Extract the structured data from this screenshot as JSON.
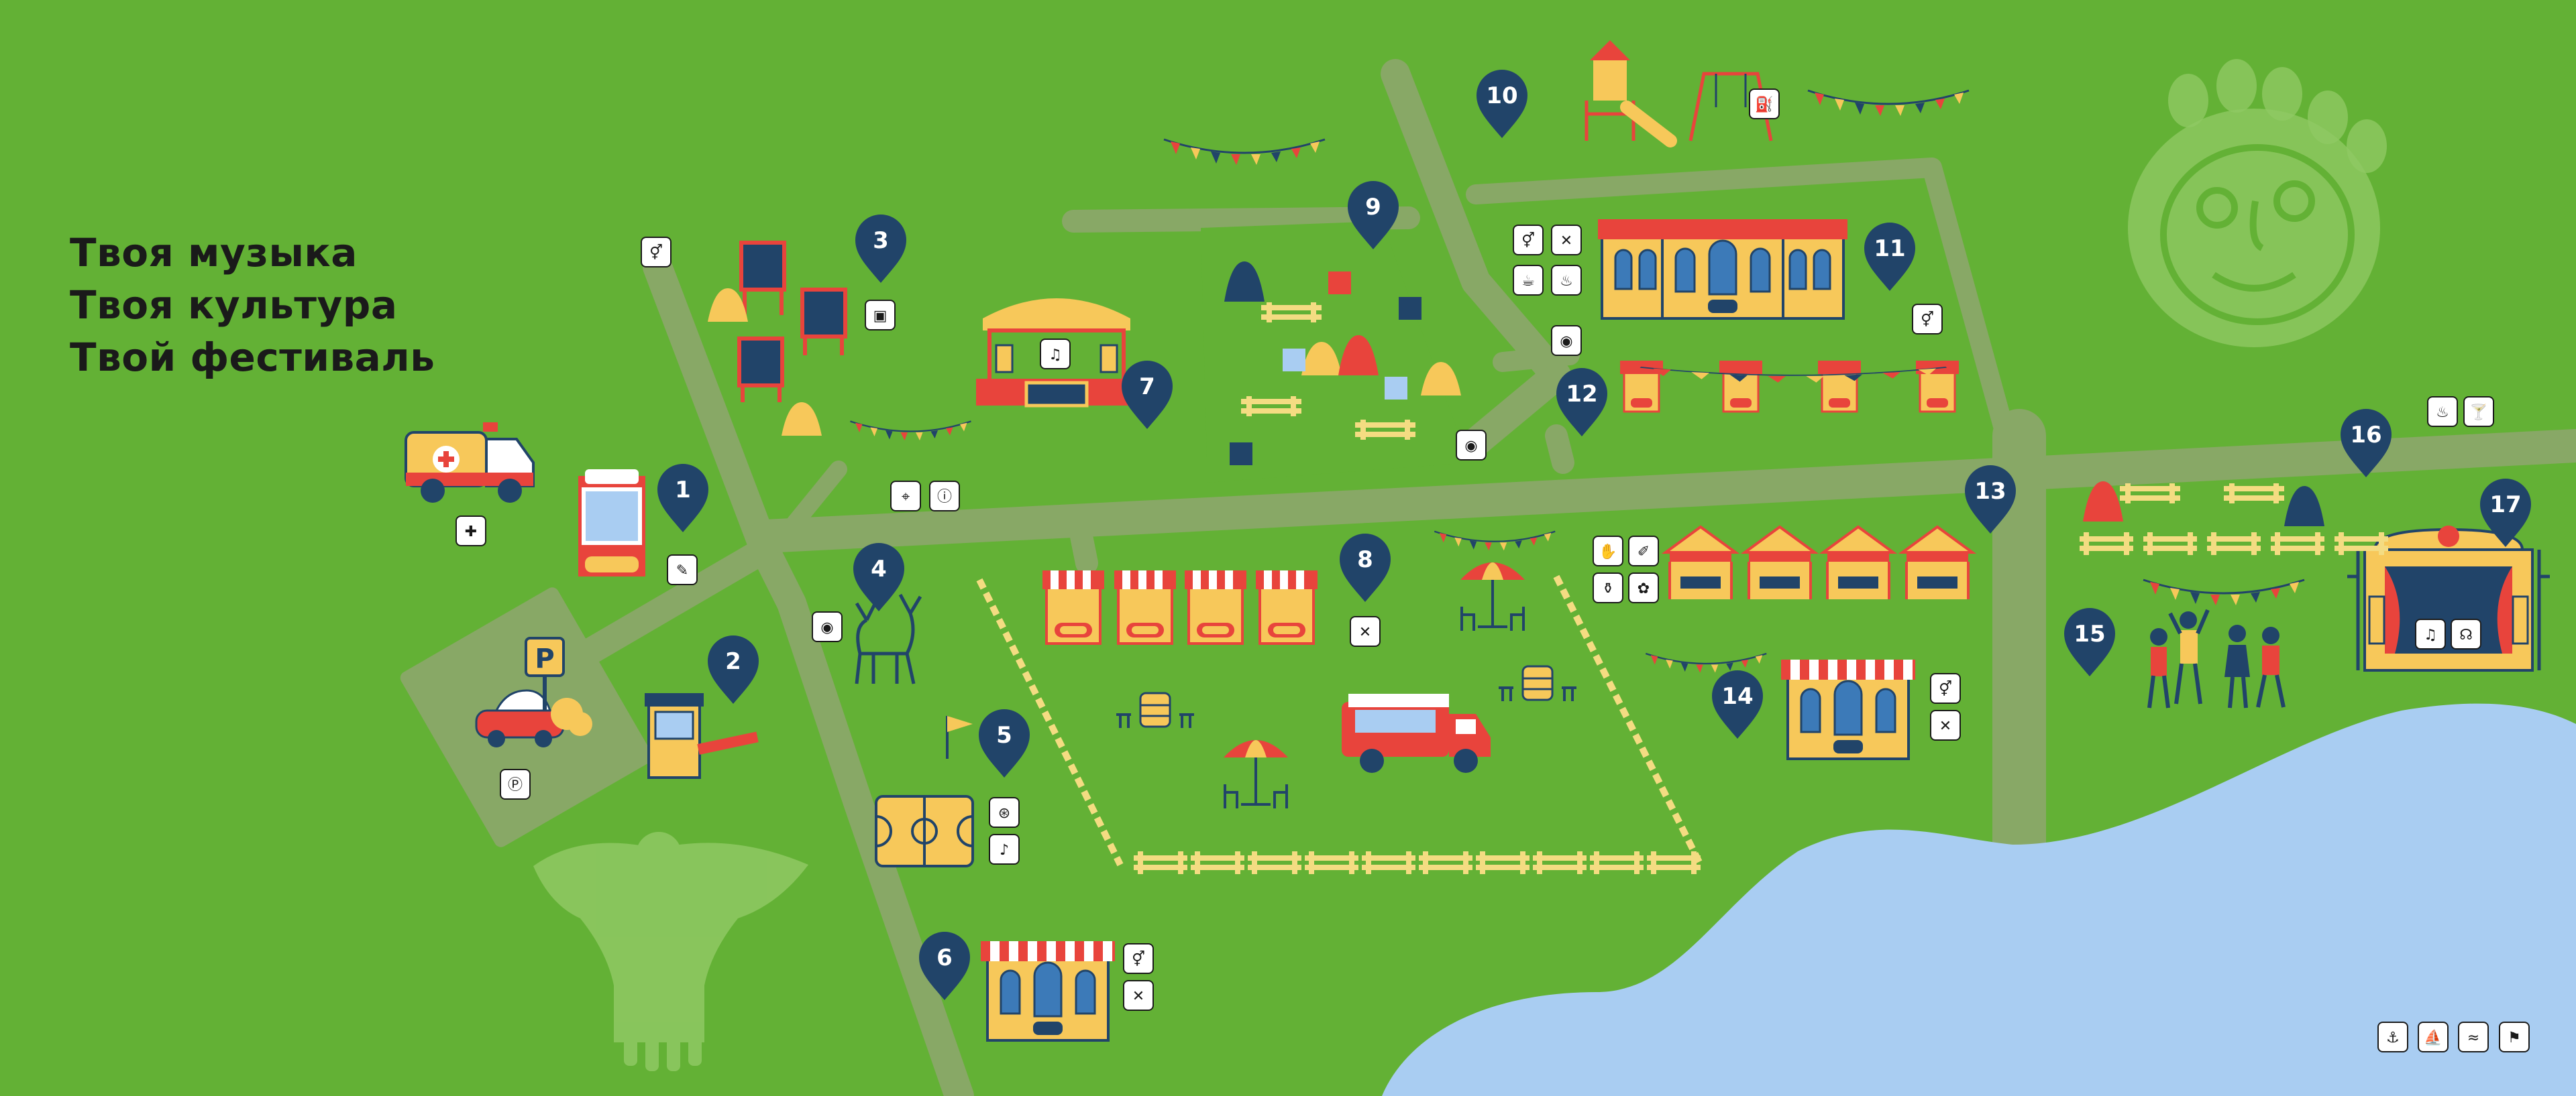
{
  "tagline": {
    "line1": "Твоя музыка",
    "line2": "Твоя культура",
    "line3": "Твой фестиваль"
  },
  "colors": {
    "grass": "#63b135",
    "path": "#88a866",
    "water": "#a9cdf2",
    "pin": "#214469",
    "stall_yellow": "#f7c85a",
    "stall_red": "#e8443c",
    "fence": "#f4dc82",
    "watermark": "#8fc963"
  },
  "pins": [
    {
      "id": "1",
      "label": "1"
    },
    {
      "id": "2",
      "label": "2"
    },
    {
      "id": "3",
      "label": "3"
    },
    {
      "id": "4",
      "label": "4"
    },
    {
      "id": "5",
      "label": "5"
    },
    {
      "id": "6",
      "label": "6"
    },
    {
      "id": "7",
      "label": "7"
    },
    {
      "id": "8",
      "label": "8"
    },
    {
      "id": "9",
      "label": "9"
    },
    {
      "id": "10",
      "label": "10"
    },
    {
      "id": "11",
      "label": "11"
    },
    {
      "id": "12",
      "label": "12"
    },
    {
      "id": "13",
      "label": "13"
    },
    {
      "id": "14",
      "label": "14"
    },
    {
      "id": "15",
      "label": "15"
    },
    {
      "id": "16",
      "label": "16"
    },
    {
      "id": "17",
      "label": "17"
    }
  ],
  "parking_sign": "P",
  "icons": {
    "restroom": "restroom-icon",
    "food": "cutlery-icon",
    "camera": "camera-icon",
    "gallery": "image-icon",
    "music": "music-icon",
    "ticket": "ticket-icon",
    "first_aid": "first-aid-icon",
    "parking": "parking-icon",
    "info": "info-icon",
    "location": "location-icon",
    "basketball": "basketball-icon",
    "tennis": "tennis-icon",
    "coffee": "coffee-icon",
    "drink": "cocktail-icon",
    "kayak": "kayak-icon",
    "sailing": "sailboat-icon",
    "waves": "waves-icon",
    "surf": "surf-icon"
  }
}
